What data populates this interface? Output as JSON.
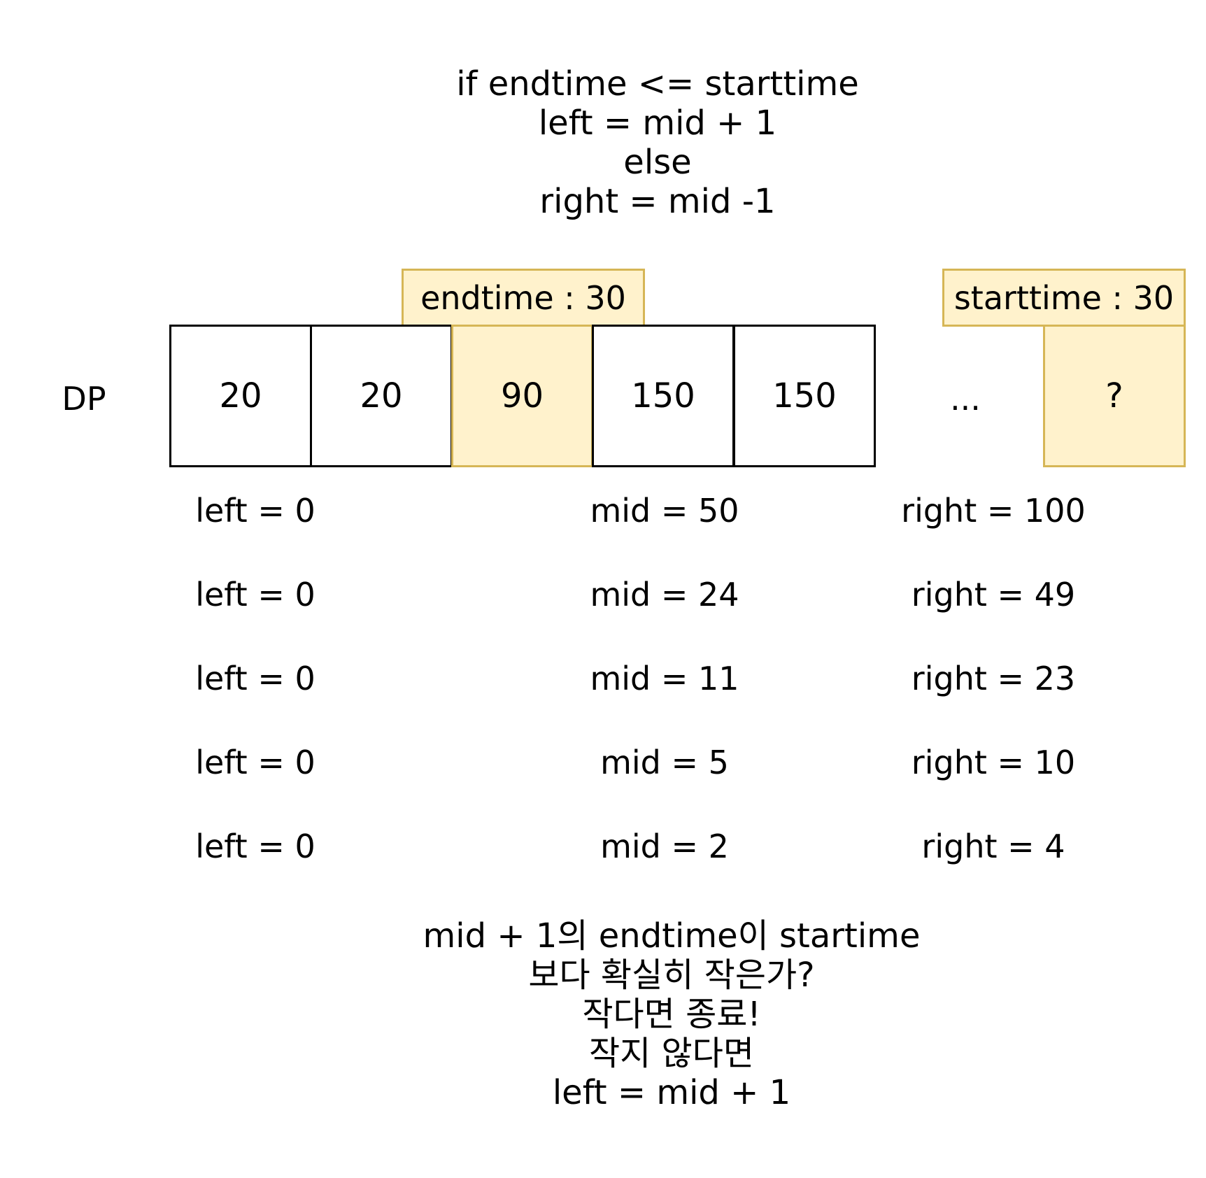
{
  "rule": {
    "lines": [
      "if endtime <= starttime",
      "left = mid + 1",
      "else",
      "right = mid -1"
    ]
  },
  "dp": {
    "label": "DP",
    "cells": [
      "20",
      "20",
      "90",
      "150",
      "150"
    ],
    "highlight_index": 2,
    "ellipsis": "...",
    "last_cell": "?"
  },
  "tags": {
    "endtime": "endtime : 30",
    "starttime": "starttime : 30"
  },
  "iterations": [
    {
      "left": "left = 0",
      "mid": "mid = 50",
      "right": "right = 100"
    },
    {
      "left": "left = 0",
      "mid": "mid = 24",
      "right": "right = 49"
    },
    {
      "left": "left = 0",
      "mid": "mid = 11",
      "right": "right = 23"
    },
    {
      "left": "left = 0",
      "mid": "mid = 5",
      "right": "right = 10"
    },
    {
      "left": "left = 0",
      "mid": "mid = 2",
      "right": "right = 4"
    }
  ],
  "note": {
    "lines": [
      "mid + 1의 endtime이 startime",
      "보다 확실히 작은가?",
      "작다면 종료!",
      "작지 않다면",
      "left = mid + 1"
    ]
  },
  "colors": {
    "highlight_fill": "#fff2cc",
    "highlight_stroke": "#d6b656",
    "cell_stroke": "#000000"
  }
}
